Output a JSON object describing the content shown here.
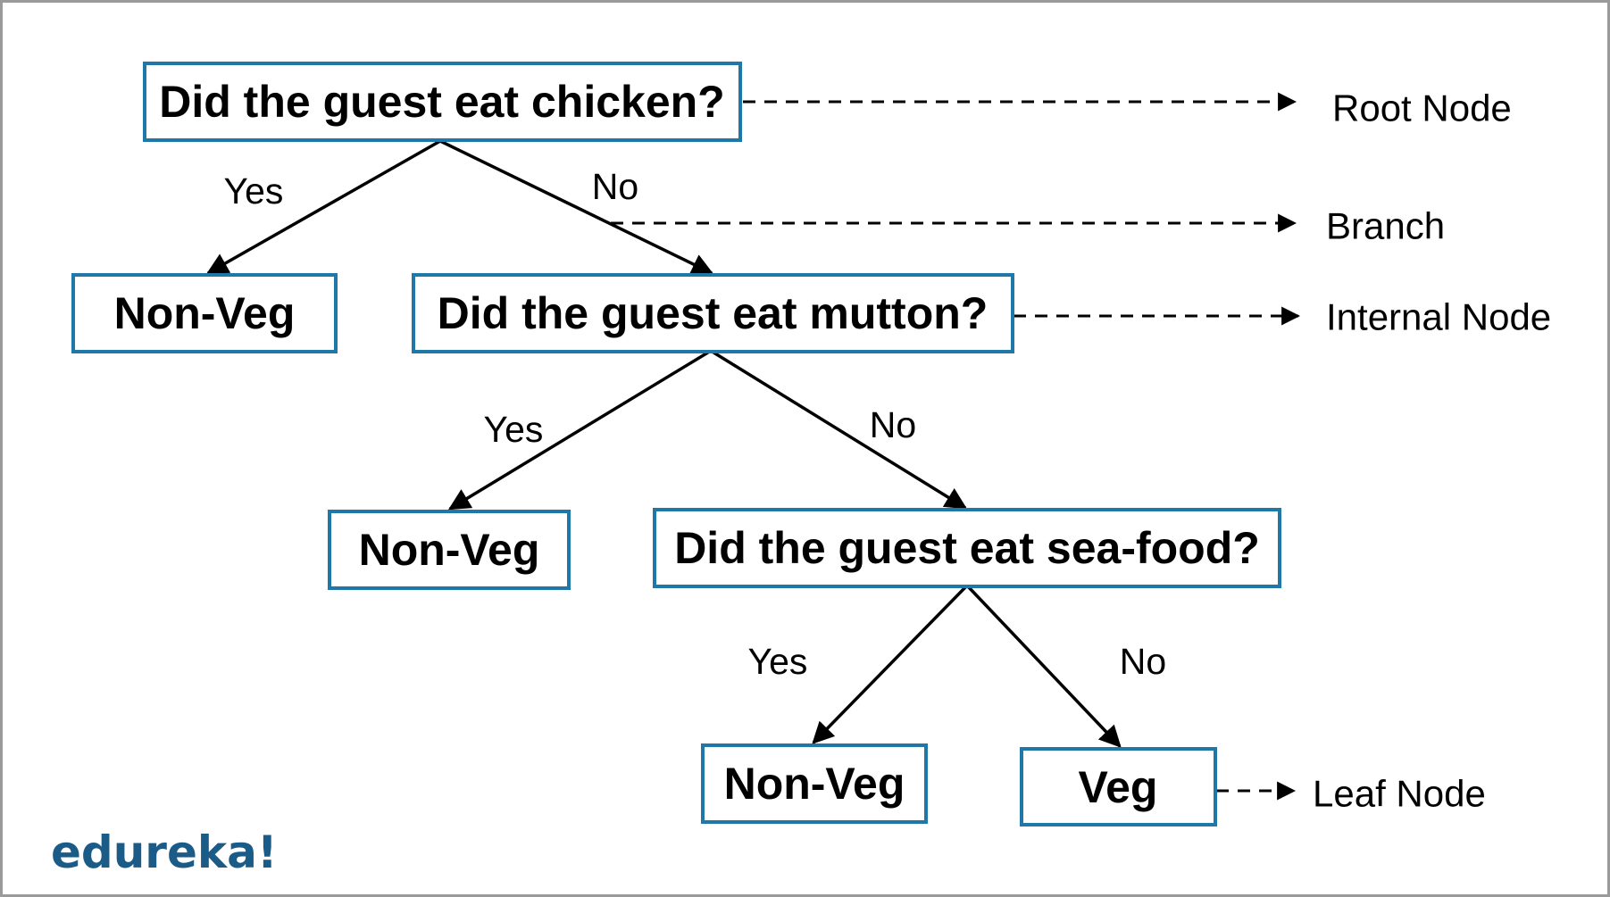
{
  "colors": {
    "node_border": "#1f78a8",
    "edge": "#000000",
    "logo": "#1b5b87",
    "frame": "#9a9a9a"
  },
  "nodes": {
    "root": "Did the guest eat chicken?",
    "leaf_1": "Non-Veg",
    "internal_1": "Did the guest eat mutton?",
    "leaf_2": "Non-Veg",
    "internal_2": "Did the guest eat sea-food?",
    "leaf_3": "Non-Veg",
    "leaf_4": "Veg"
  },
  "edges": {
    "e1": "Yes",
    "e2": "No",
    "e3": "Yes",
    "e4": "No",
    "e5": "Yes",
    "e6": "No"
  },
  "legend": {
    "root_node": "Root Node",
    "branch": "Branch",
    "internal_node": "Internal Node",
    "leaf_node": "Leaf Node"
  },
  "logo": {
    "text": "edureka!"
  }
}
